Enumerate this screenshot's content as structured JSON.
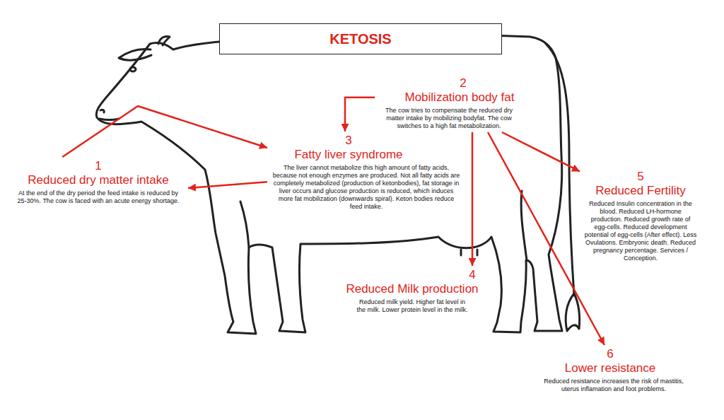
{
  "diagram": {
    "title": "KETOSIS",
    "nodes": [
      {
        "text": [
          "1",
          "Reduced dry matter intake",
          "At the end of the dry period the feed intake is reduced by 25-30%. The cow is faced with an acute energy shortage."
        ]
      },
      {
        "text": [
          "2",
          "Mobilization body fat",
          "The cow tries to compensate the reduced dry matter intake by mobilizing bodyfat. The cow switches to a high fat metabolization."
        ]
      },
      {
        "text": [
          "3",
          "Fatty liver syndrome",
          "The liver cannot metabolize this high amount of fatty acids, because not enough enzymes are produced. Not all fatty acids are completely metabolized (production of ketonbodies), fat storage in liver occurs and glucose production is reduced, which induces more fat mobilization (downwards spiral). Keton bodies reduce feed intake."
        ]
      },
      {
        "text": [
          "4",
          "Reduced Milk production",
          "Reduced milk yield. Higher fat level in the milk. Lower protein level in the milk."
        ]
      },
      {
        "text": [
          "5",
          "Reduced Fertility",
          "Reduced Insulin concentration in the blood. Reduced LH-hormone production. Reduced growth rate of egg-cells. Reduced development potential of egg-cells (After effect). Less Ovulations. Embryonic death. Reduced pregnancy percentage. Services / Conception."
        ]
      },
      {
        "text": [
          "6",
          "Lower resistance",
          "Reduced resistance increases the risk of mastitis, uterus inflamation and foot problems."
        ]
      }
    ],
    "edges": [
      {
        "from": 0,
        "to": 2,
        "arrow": "to"
      },
      {
        "from": 2,
        "to": 0,
        "arrow": "to"
      },
      {
        "from": 1,
        "to": 2,
        "arrow": "to"
      },
      {
        "from": 1,
        "to": 3,
        "arrow": "to"
      },
      {
        "from": 1,
        "to": 4,
        "arrow": "to"
      },
      {
        "from": 1,
        "to": 5,
        "arrow": "to"
      }
    ]
  }
}
